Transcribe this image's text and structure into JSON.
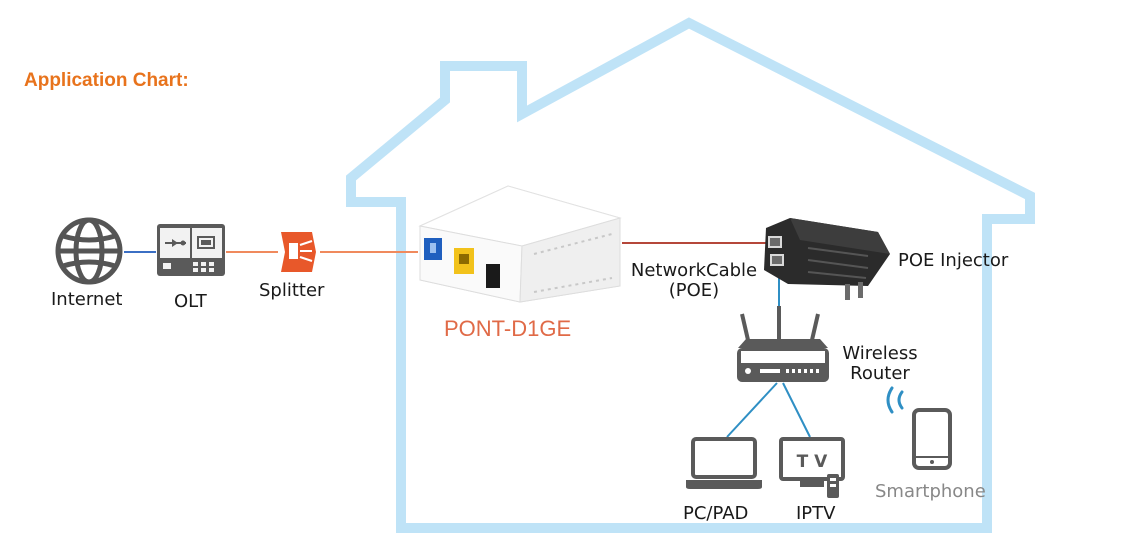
{
  "title": "Application Chart:",
  "nodes": {
    "internet": "Internet",
    "olt": "OLT",
    "splitter": "Splitter",
    "ont": "PONT-D1GE",
    "network_cable": [
      "NetworkCable",
      "(POE)"
    ],
    "poe_injector": "POE Injector",
    "router": [
      "Wireless",
      "Router"
    ],
    "pc": "PC/PAD",
    "iptv": "IPTV",
    "smartphone": "Smartphone"
  },
  "colors": {
    "house_outline": "#bfe3f7",
    "title": "#e8731c",
    "ont_label": "#e06a47",
    "fiber_line": "#f08a5d",
    "blue_line": "#3b6fc4",
    "ethernet_line": "#b5473a",
    "wifi_line": "#2f8fc4",
    "splitter": "#e8582a"
  },
  "tv_screen_text": "T V"
}
